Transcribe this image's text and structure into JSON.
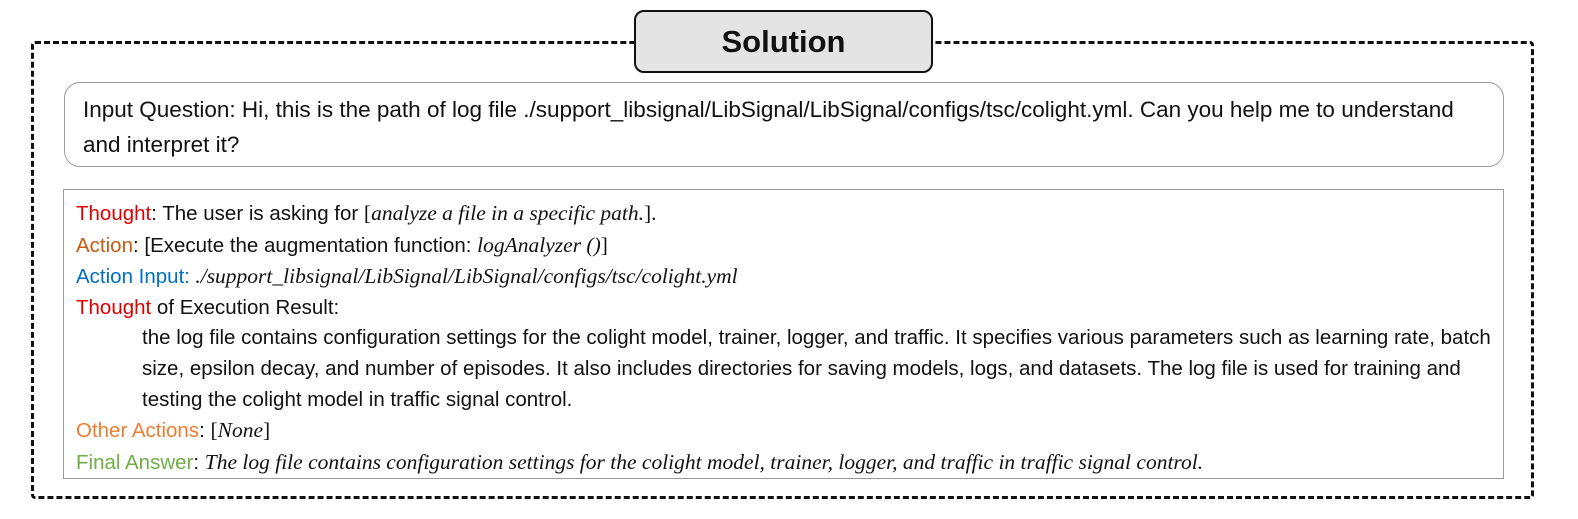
{
  "title": "Solution",
  "question": {
    "text": "Input Question:  Hi,  this is the path of log file ./support_libsignal/LibSignal/LibSignal/configs/tsc/colight.yml. Can you help me to understand and interpret it?"
  },
  "solution": {
    "thought": {
      "label": "Thought",
      "sep": ":  The user is asking for ",
      "open": "[",
      "value": "analyze a file in a specific path.",
      "close": "]."
    },
    "action": {
      "label": "Action",
      "text": ":  [Execute the augmentation function: ",
      "value": "logAnalyzer ()",
      "close": "]"
    },
    "action_input": {
      "label": "Action Input:",
      "value": " ./support_libsignal/LibSignal/LibSignal/configs/tsc/colight.yml"
    },
    "execution": {
      "label": "Thought",
      "rest": " of Execution Result:",
      "result": "the log file contains configuration settings for the colight model, trainer, logger, and traffic. It specifies various parameters such as learning rate, batch size, epsilon decay, and number of episodes. It also includes directories for saving models, logs, and datasets. The log file is used for training and testing the colight model in traffic signal control."
    },
    "other_actions": {
      "label": "Other Actions",
      "sep": ": ",
      "open": "[",
      "value": "None",
      "close": "]"
    },
    "final_answer": {
      "label": "Final Answer",
      "sep": ": ",
      "value": "The log file contains configuration settings for the colight model, trainer, logger, and traffic in traffic signal control."
    }
  },
  "colors": {
    "thought": "#e00000",
    "action": "#c55a11",
    "action_input": "#0070c0",
    "other_actions": "#ed7d31",
    "final_answer": "#70ad47"
  }
}
